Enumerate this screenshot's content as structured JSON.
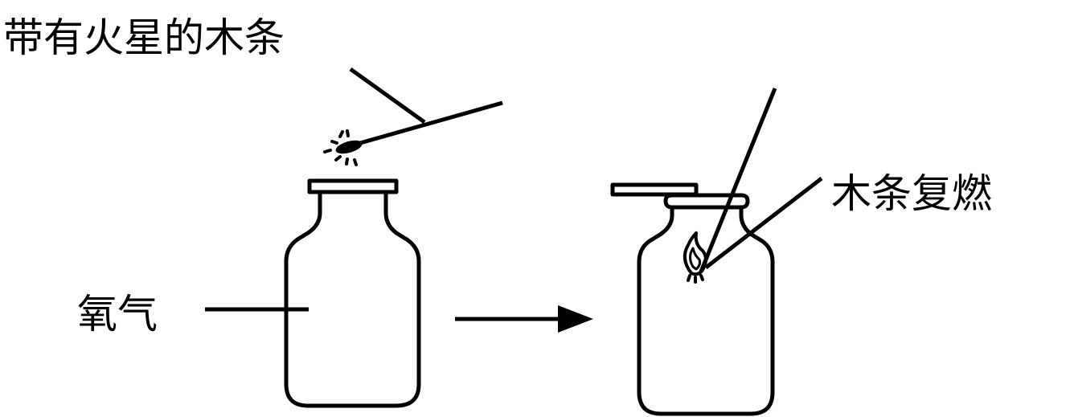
{
  "labels": {
    "glowing_splint": "带有火星的木条",
    "oxygen": "氧气",
    "splint_relights": "木条复燃"
  },
  "colors": {
    "ink": "#000000",
    "background": "#ffffff"
  },
  "icons": {
    "arrow": "right-arrow-icon",
    "flame": "flame-icon",
    "spark": "spark-icon"
  }
}
